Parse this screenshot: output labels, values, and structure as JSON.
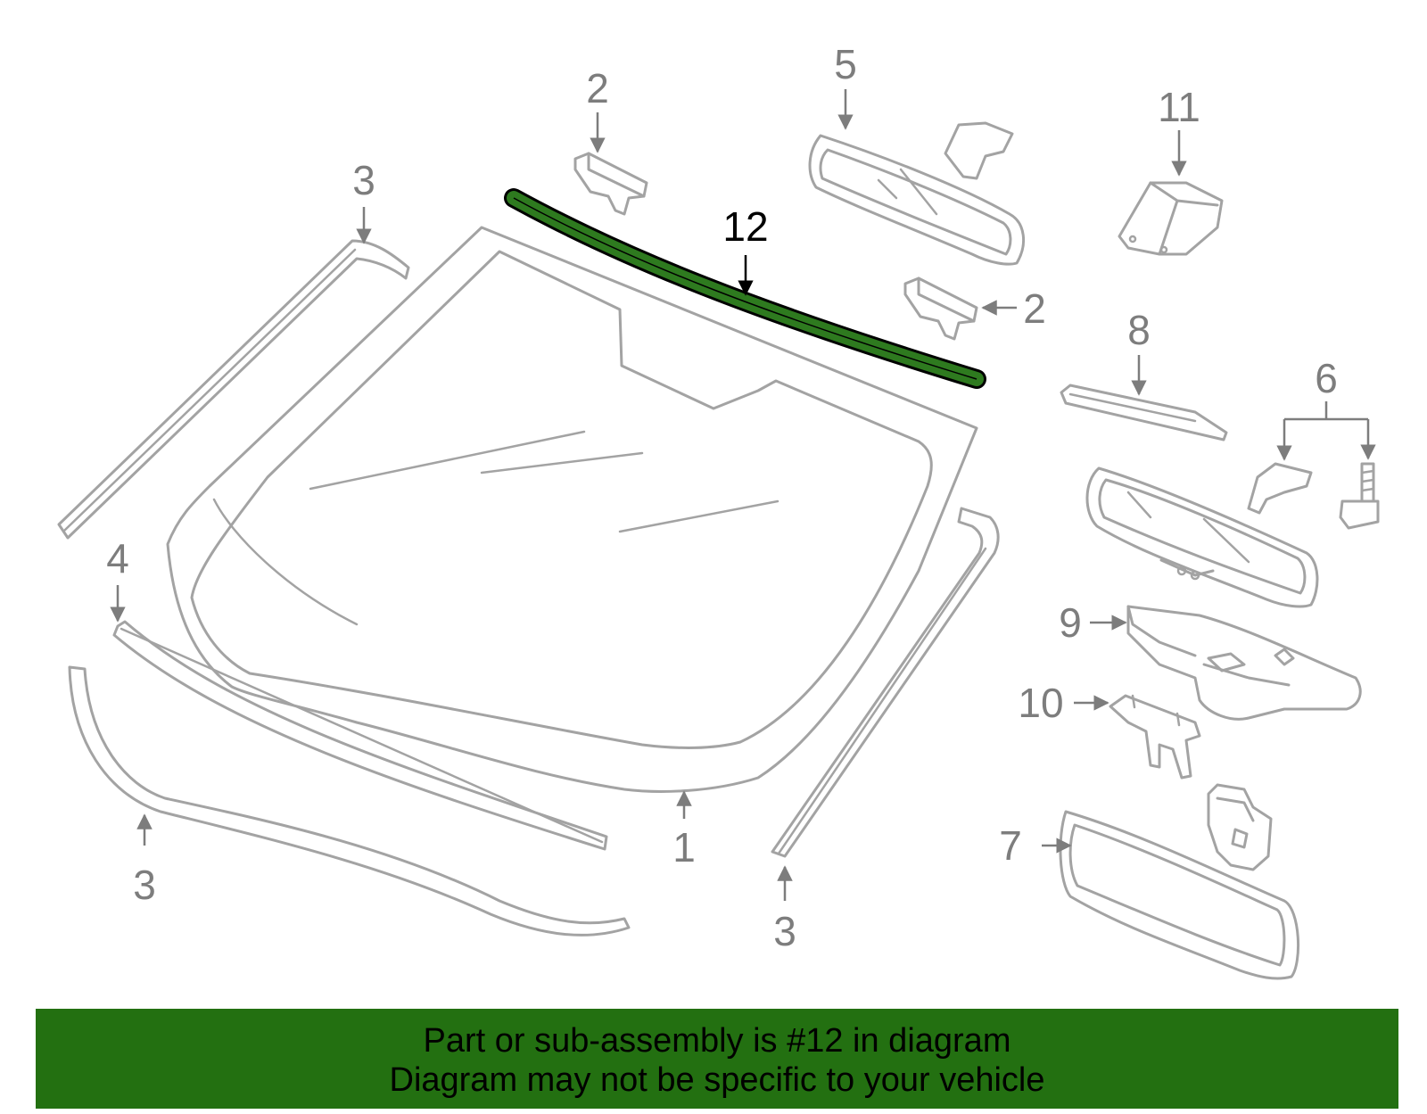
{
  "callouts": {
    "c1": "1",
    "c2a": "2",
    "c2b": "2",
    "c3a": "3",
    "c3b": "3",
    "c3c": "3",
    "c4": "4",
    "c5": "5",
    "c6": "6",
    "c7": "7",
    "c8": "8",
    "c9": "9",
    "c10": "10",
    "c11": "11",
    "c12": "12"
  },
  "highlight": {
    "part_number": "12",
    "color": "#2e7a1f",
    "outline": "#000000"
  },
  "colors": {
    "part_stroke": "#a3a3a3",
    "callout_text": "#7d7d7d",
    "banner_bg": "#237011"
  },
  "banner": {
    "line1": "Part or sub-assembly is #12 in diagram",
    "line2": "Diagram may not be specific to your vehicle"
  }
}
